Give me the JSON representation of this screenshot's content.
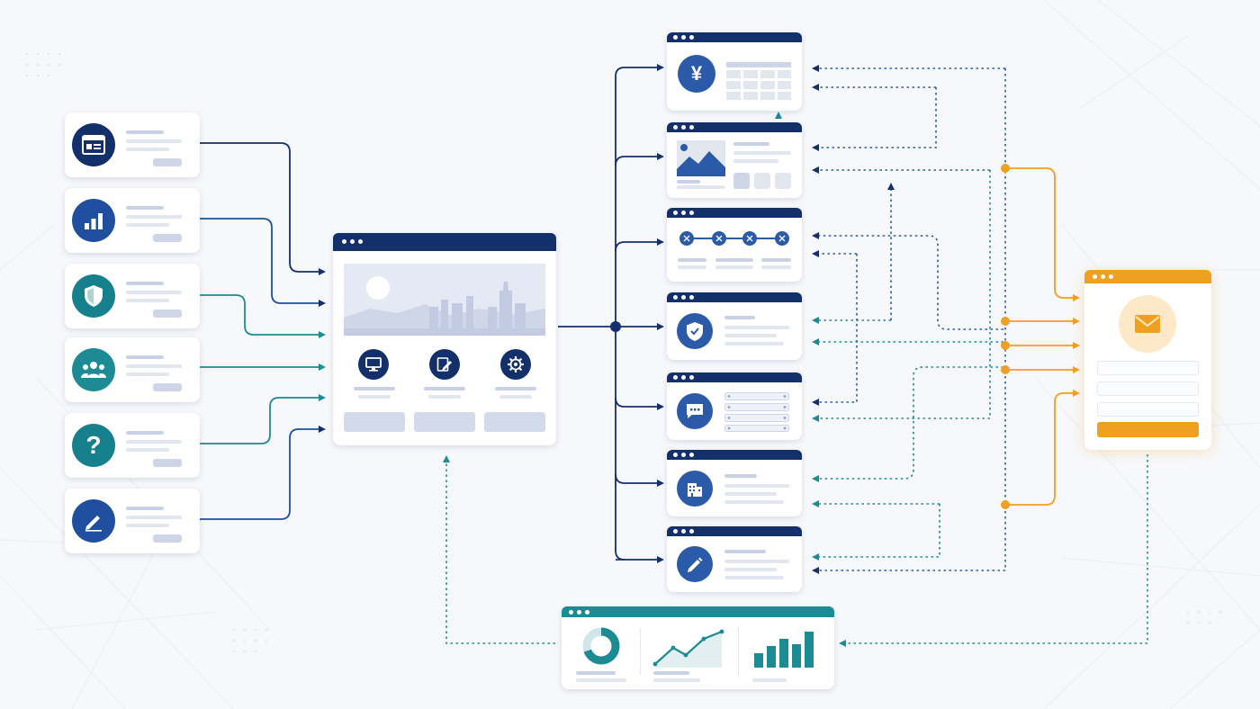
{
  "colors": {
    "navy": "#14306b",
    "blue": "#2a5aa8",
    "teal": "#1d8b94",
    "orange": "#f0a020",
    "light_line": "#c9d2e4",
    "background": "#f7f8fb"
  },
  "diagram": {
    "left_cards": [
      {
        "icon": "browser-window-icon",
        "color": "#14306b"
      },
      {
        "icon": "bar-chart-icon",
        "color": "#1f4f9e"
      },
      {
        "icon": "shield-icon",
        "color": "#16818c"
      },
      {
        "icon": "users-group-icon",
        "color": "#1d8b94"
      },
      {
        "icon": "question-mark-icon",
        "color": "#16818c"
      },
      {
        "icon": "pencil-icon",
        "color": "#1f4f9e"
      }
    ],
    "hub_features": [
      {
        "icon": "monitor-icon"
      },
      {
        "icon": "edit-document-icon"
      },
      {
        "icon": "gear-icon"
      }
    ],
    "right_windows": [
      {
        "icon": "yen-icon",
        "glyph": "¥",
        "layout": "table"
      },
      {
        "icon": "image-gallery-icon",
        "layout": "gallery"
      },
      {
        "icon": "workflow-steps-icon",
        "layout": "steps"
      },
      {
        "icon": "shield-check-icon",
        "layout": "text"
      },
      {
        "icon": "chat-bubble-icon",
        "layout": "list"
      },
      {
        "icon": "building-icon",
        "layout": "text"
      },
      {
        "icon": "pencil-icon",
        "layout": "text"
      }
    ],
    "form_window": {
      "icon": "envelope-icon",
      "fields": 3
    },
    "dashboard_window": {
      "widgets": [
        "donut-chart-icon",
        "line-chart-icon",
        "bar-chart-icon"
      ]
    },
    "question_glyph": "?"
  }
}
